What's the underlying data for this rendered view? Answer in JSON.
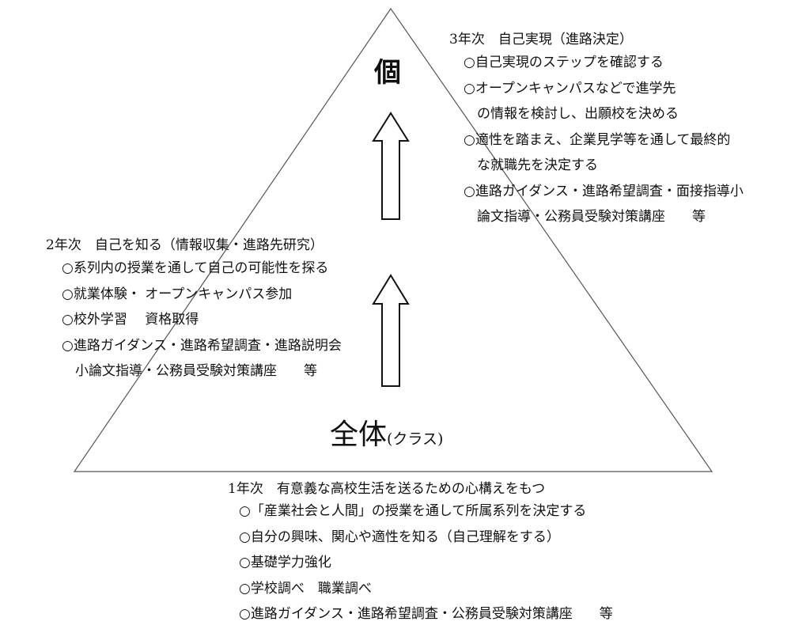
{
  "diagram": {
    "apex_label": "個",
    "base_label": "全体",
    "base_label_sub": "(クラス)"
  },
  "year3": {
    "heading": "3年次　自己実現（進路決定）",
    "lines": [
      "○自己実現のステップを確認する",
      "○オープンキャンパスなどで進学先",
      "　の情報を検討し、出願校を決める",
      "○適性を踏まえ、企業見学等を通して最終的",
      "　な就職先を決定する",
      "○進路ガイダンス・進路希望調査・面接指導小",
      "　論文指導・公務員受験対策講座　　等"
    ]
  },
  "year2": {
    "heading": "2年次　自己を知る（情報収集・進路先研究）",
    "lines": [
      "○系列内の授業を通して自己の可能性を探る",
      "○就業体験・ オープンキャンパス参加",
      "○校外学習　 資格取得",
      "○進路ガイダンス・進路希望調査・進路説明会",
      "　小論文指導・公務員受験対策講座　　等"
    ]
  },
  "year1": {
    "heading": "1年次　有意義な高校生活を送るための心構えをもつ",
    "lines": [
      "○「産業社会と人間」の授業を通して所属系列を決定する",
      "○自分の興味、関心や適性を知る（自己理解をする）",
      "○基礎学力強化",
      "○学校調べ　職業調べ",
      "○進路ガイダンス・進路希望調査・公務員受験対策講座　　等"
    ]
  }
}
